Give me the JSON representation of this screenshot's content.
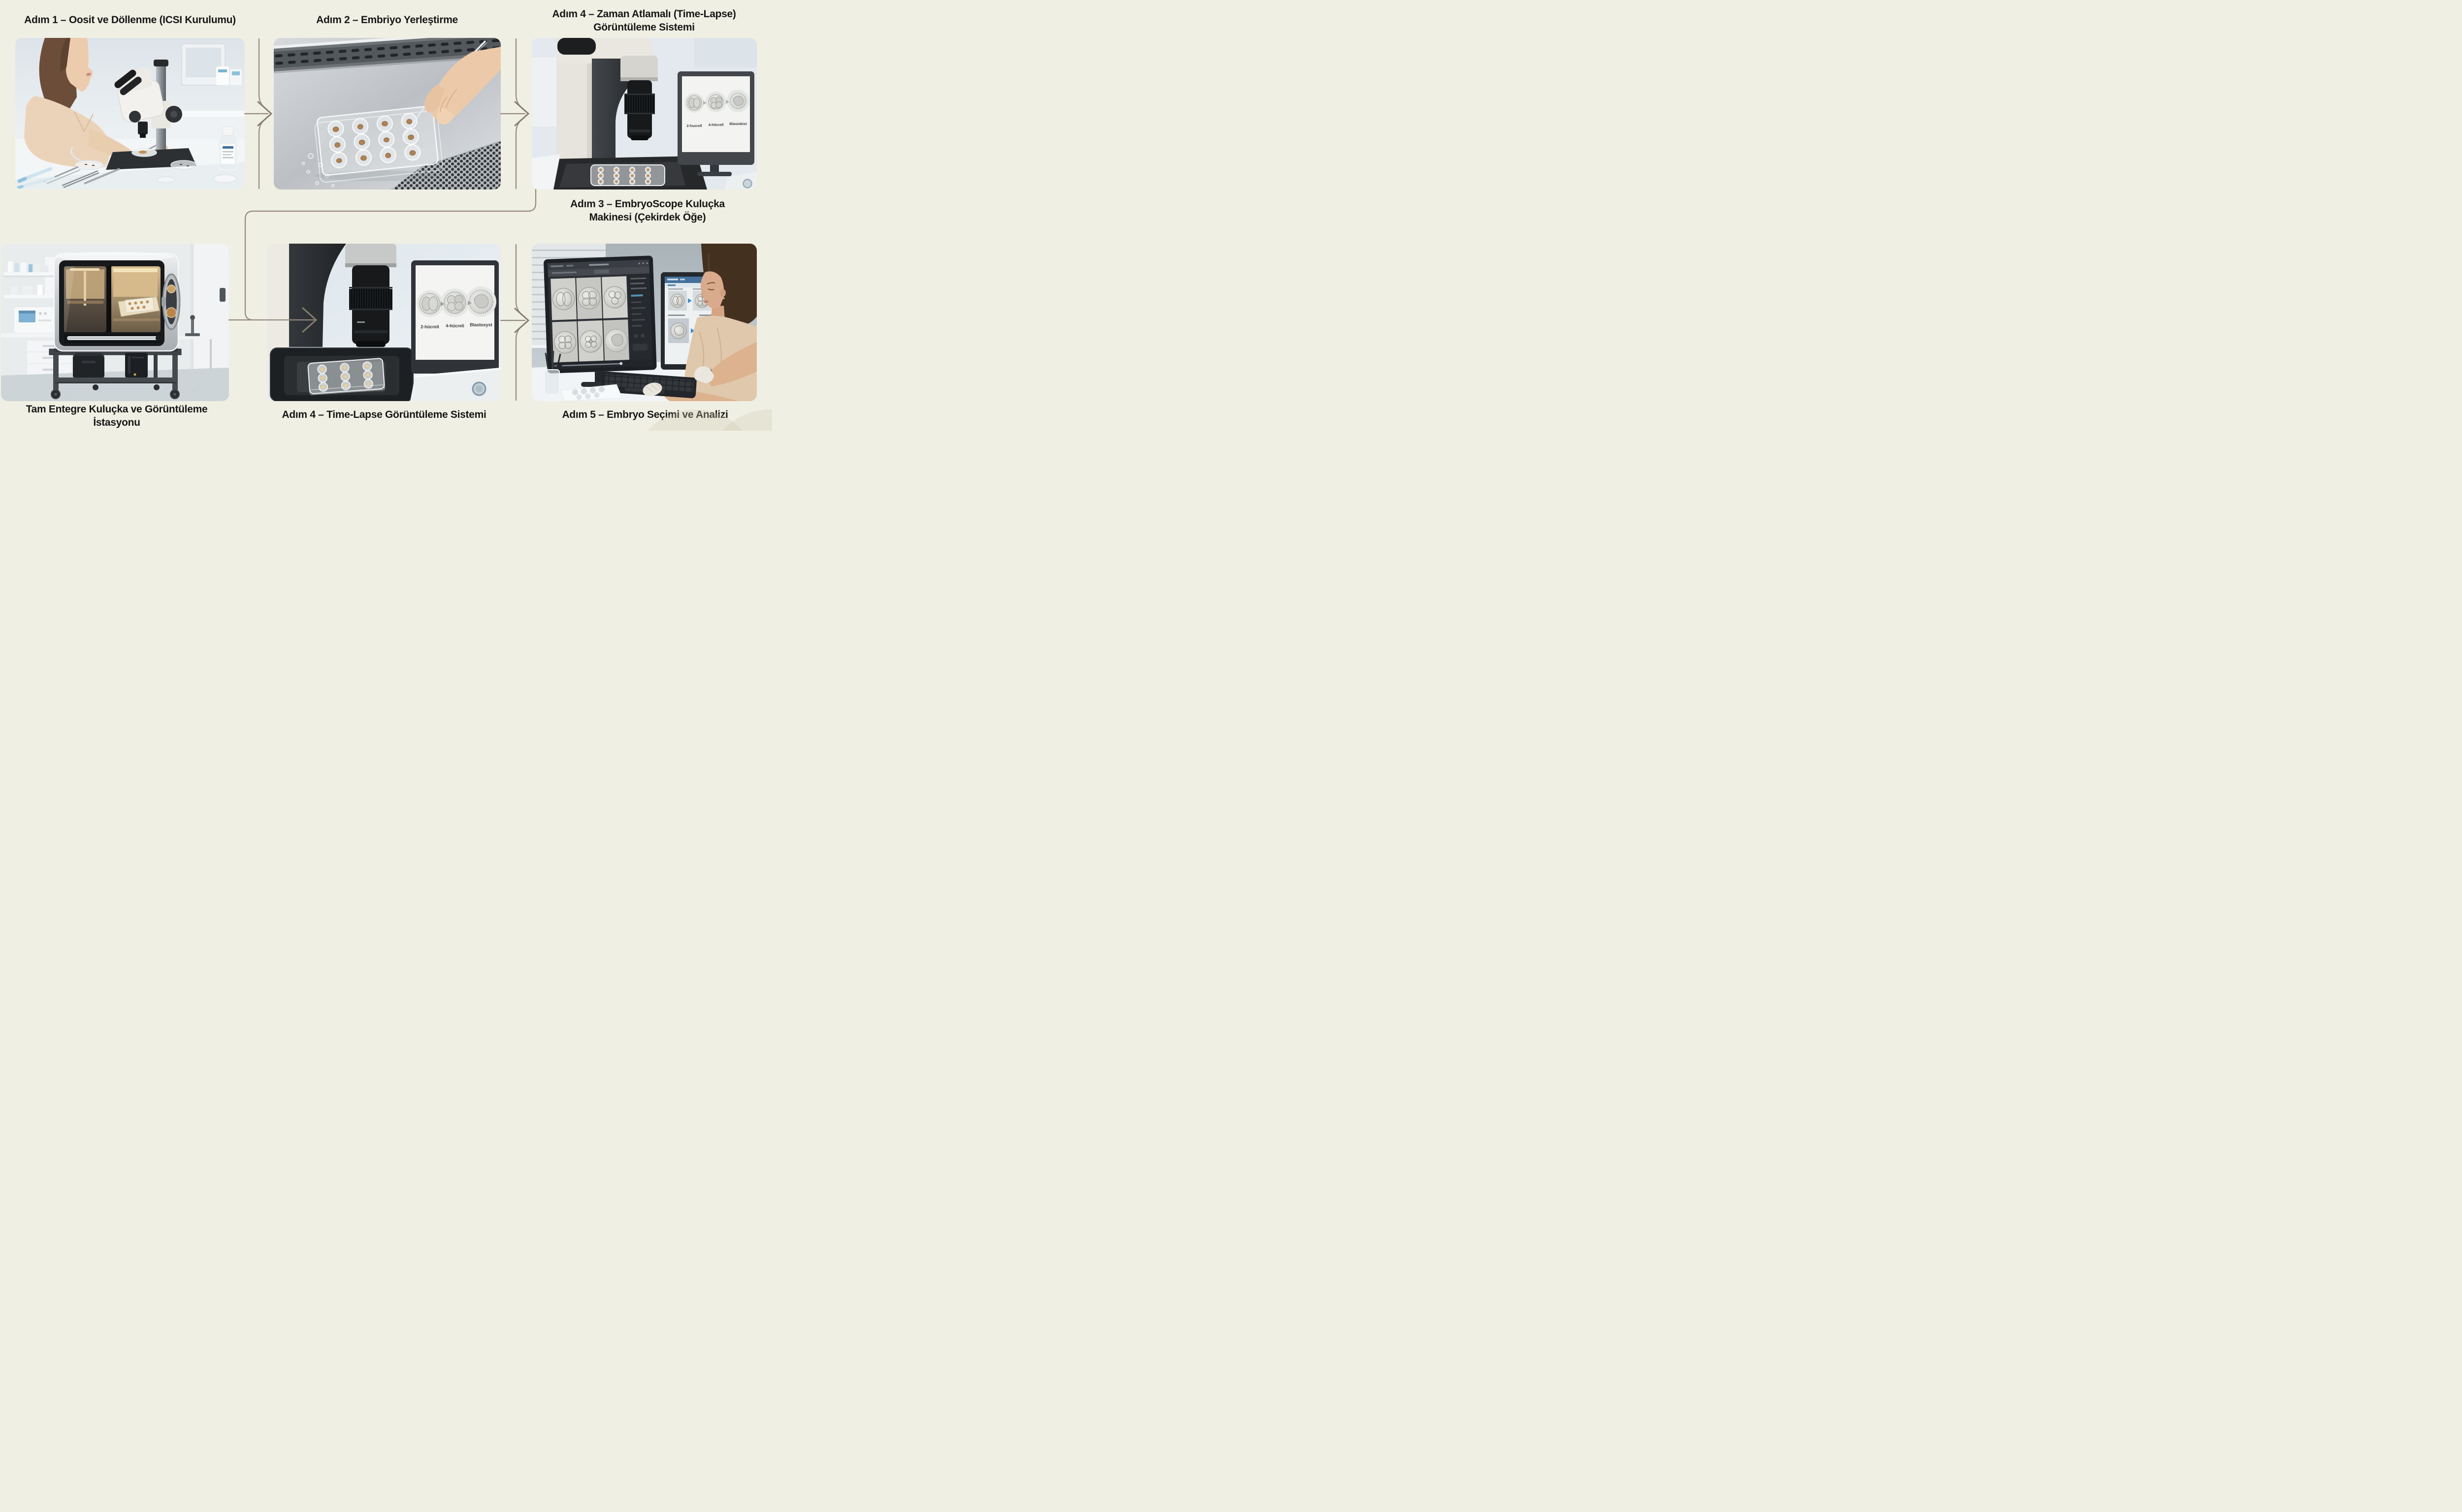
{
  "colors": {
    "background": "#f0efe3",
    "caption_text": "#161616",
    "connector": "#938a7c",
    "screen_header_blue": "#44709b",
    "arrow_accent_blue": "#3f8fd1",
    "status_green": "#3aa35c",
    "status_orange": "#d9822b",
    "status_blue": "#3d7fc1",
    "specimen_amber": "#b98d62"
  },
  "icons": {
    "flow_connector": "open-chevron-right-arrow"
  },
  "panels": {
    "step1": {
      "caption": "Adım 1 – Oosit ve Döllenme (ICSI Kurulumu)",
      "scene": "embryologist-at-stereo-microscope"
    },
    "step2": {
      "caption": "Adım 2 – Embriyo Yerleştirme",
      "scene": "hand-pipetting-into-well-plate"
    },
    "step4_top": {
      "caption_line1": "Adım 4 – Zaman Atlamalı (Time-Lapse)",
      "caption_line2": "Görüntüleme Sistemi",
      "screen_labels": [
        "2-hucrell",
        "4-h0crell",
        "Blasiokist"
      ],
      "scene": "microscope-with-embryo-stage-monitor"
    },
    "step3_label": {
      "line1": "Adım 3 – EmbryoScope Kuluçka",
      "line2": "Makinesi (Çekirdek Öğe)"
    },
    "station": {
      "caption_line1": "Tam Entegre Kuluçka ve Görüntüleme",
      "caption_line2": "İstasyonu",
      "scene": "incubator-on-lab-cart"
    },
    "step4_bottom": {
      "caption": "Adım 4 – Time-Lapse Görüntüleme Sistemi",
      "screen_labels": [
        "2-hücreli",
        "4-hücreli",
        "Blastoxyst"
      ],
      "scene": "microscope-with-embryo-stage-monitor"
    },
    "step5": {
      "caption": "Adım 5 – Embryo Seçimi ve Analizi",
      "scene": "embryologist-reviewing-dual-monitors"
    }
  }
}
